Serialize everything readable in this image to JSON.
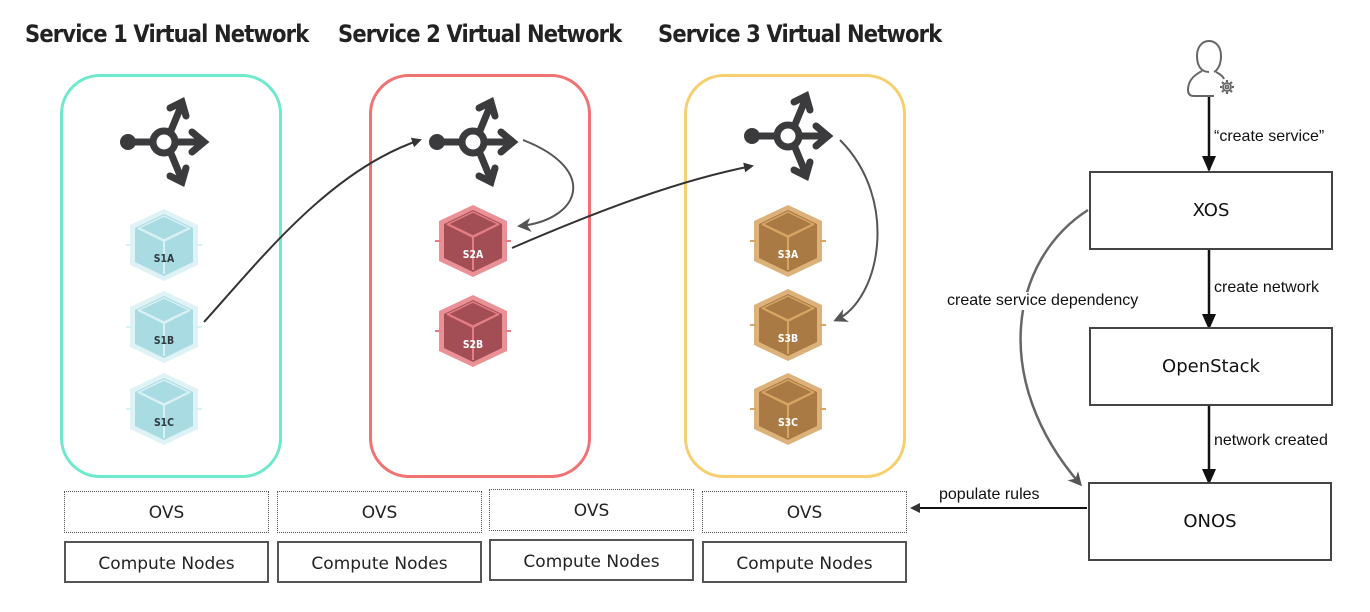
{
  "titles": [
    "Service 1 Virtual Network",
    "Service 2 Virtual Network",
    "Service 3 Virtual Network"
  ],
  "colors": {
    "service1_border": "#6ee9cc",
    "service2_border": "#f07272",
    "service3_border": "#f7cf6f",
    "service1_vm": "#a9dbe3",
    "service2_vm": "#a34e54",
    "service3_vm": "#a97a44"
  },
  "services": [
    {
      "name": "Service 1 Virtual Network",
      "vms": [
        "S1A",
        "S1B",
        "S1C"
      ]
    },
    {
      "name": "Service 2 Virtual Network",
      "vms": [
        "S2A",
        "S2B"
      ]
    },
    {
      "name": "Service 3 Virtual Network",
      "vms": [
        "S3A",
        "S3B",
        "S3C"
      ]
    }
  ],
  "infra": {
    "ovs_label": "OVS",
    "compute_label": "Compute Nodes"
  },
  "control": {
    "xos": "XOS",
    "openstack": "OpenStack",
    "onos": "ONOS",
    "flows": {
      "create_service": "“create service”",
      "create_network": "create network",
      "network_created": "network created",
      "create_dependency": "create service dependency",
      "populate_rules": "populate rules"
    }
  },
  "icons": {
    "router": "router-icon",
    "admin": "admin-user-gear-icon"
  }
}
